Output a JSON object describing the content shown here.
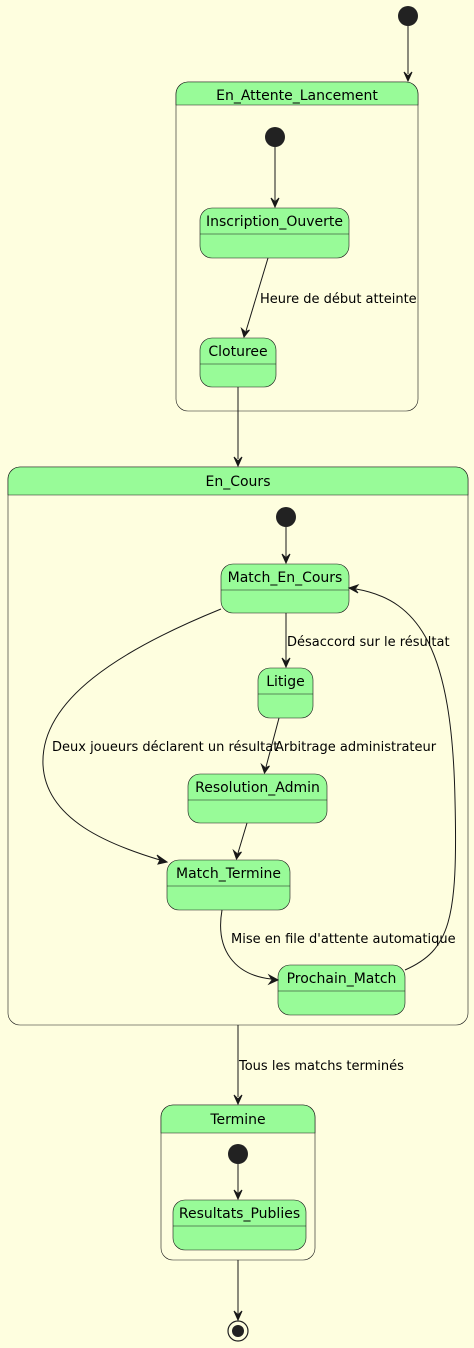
{
  "diagram": {
    "type": "state-diagram",
    "colors": {
      "background": "#FEFEDF",
      "state_fill": "#98FB98",
      "border": "#181818",
      "pseudo_state": "#222222"
    },
    "composites": {
      "attente": "En_Attente_Lancement",
      "cours": "En_Cours",
      "termine": "Termine"
    },
    "states": {
      "inscription": "Inscription_Ouverte",
      "cloturee": "Cloturee",
      "match_en_cours": "Match_En_Cours",
      "litige": "Litige",
      "resolution": "Resolution_Admin",
      "match_termine": "Match_Termine",
      "prochain": "Prochain_Match",
      "resultats": "Resultats_Publies"
    },
    "transitions": {
      "heure_debut": "Heure de début atteinte",
      "desaccord": "Désaccord sur le résultat",
      "deux_joueurs": "Deux joueurs déclarent un résultat",
      "arbitrage": "Arbitrage administrateur",
      "file_attente": "Mise en file d'attente automatique",
      "tous_termines": "Tous les matchs terminés"
    }
  }
}
